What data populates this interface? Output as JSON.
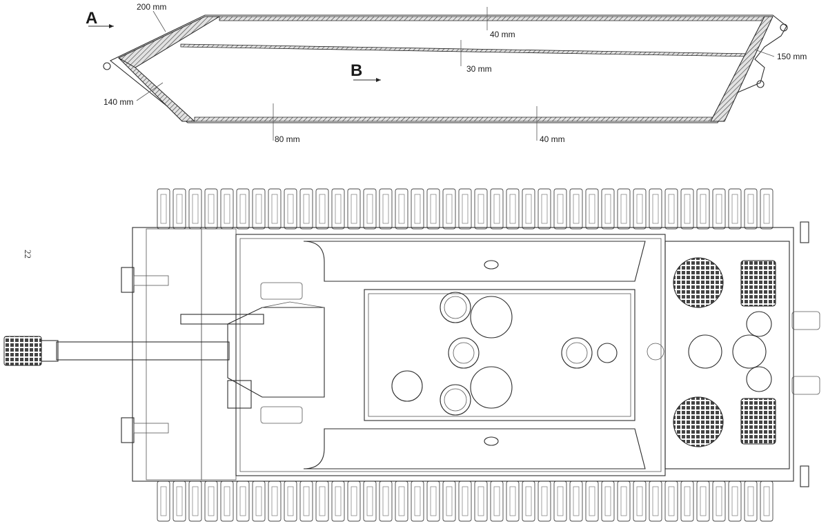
{
  "page": {
    "number": "22"
  },
  "section_view": {
    "markers": {
      "a": "A",
      "b": "B"
    },
    "dimensions": {
      "upper_glacis": "200 mm",
      "roof": "40 mm",
      "inner_plate": "30 mm",
      "rear_plate": "150 mm",
      "lower_glacis": "140 mm",
      "belly_front": "80 mm",
      "belly_rear": "40 mm"
    }
  },
  "colors": {
    "line": "#2a2a2a",
    "armor_fill": "#cfcfcf",
    "paper": "#ffffff"
  }
}
